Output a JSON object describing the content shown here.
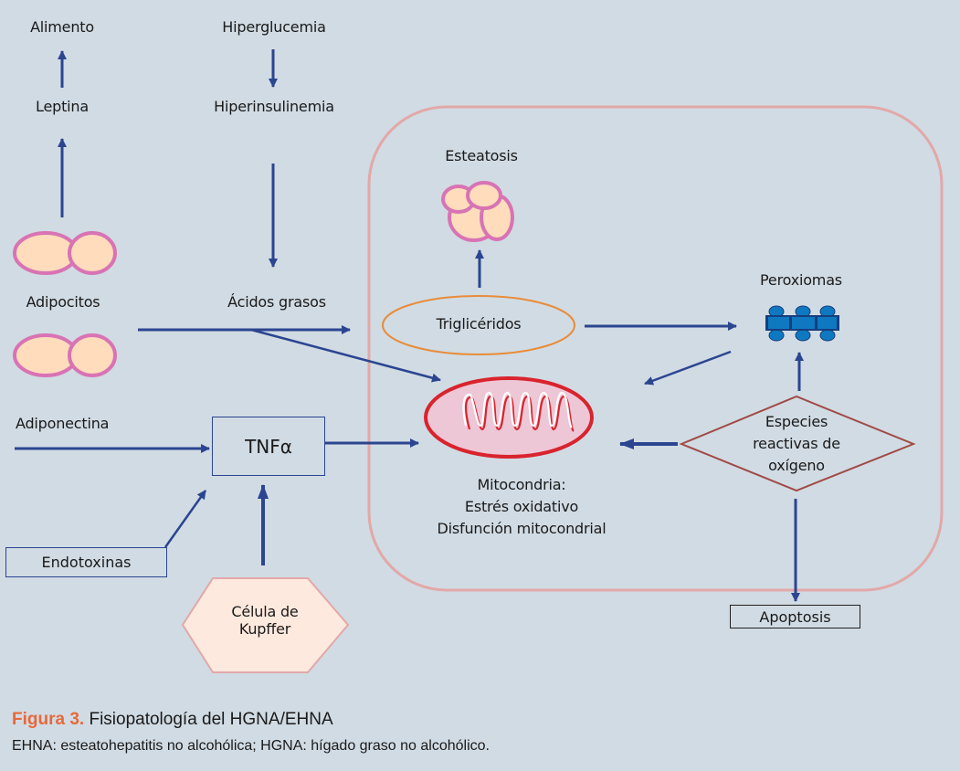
{
  "colors": {
    "background": "#d1dbe3",
    "arrow": "#2b4590",
    "liver_cell_border": "#e2a8a8",
    "adipocyte_fill": "#fedcbc",
    "adipocyte_border": "#d873b4",
    "triglyceride_border": "#e88c3a",
    "mitochondria_fill": "#edc7d6",
    "mitochondria_border": "#d9232d",
    "peroxisome_fill": "#0e78c0",
    "peroxisome_border": "#163e7e",
    "ros_border": "#a04a45",
    "kupffer_fill": "#fde9de",
    "kupffer_border": "#e2a8a8",
    "caption_accent": "#e8683a"
  },
  "nodes": {
    "alimento": "Alimento",
    "leptina": "Leptina",
    "hiperglucemia": "Hiperglucemia",
    "hiperinsulinemia": "Hiperinsulinemia",
    "adipocitos": "Adipocitos",
    "acidos_grasos": "Ácidos grasos",
    "adiponectina": "Adiponectina",
    "tnf": "TNFα",
    "endotoxinas": "Endotoxinas",
    "kupffer": [
      "Célula de",
      "Kupffer"
    ],
    "esteatosis": "Esteatosis",
    "trigliceridos": "Triglicéridos",
    "peroxiomas": "Peroxiomas",
    "ros": [
      "Especies",
      "reactivas de",
      "oxígeno"
    ],
    "mitocondria": [
      "Mitocondria:",
      "Estrés oxidativo",
      "Disfunción mitocondrial"
    ],
    "apoptosis": "Apoptosis"
  },
  "icons": {
    "adipocyte": "adipocyte-cell-icon",
    "steatosis": "fat-droplets-icon",
    "mitochondria": "mitochondria-icon",
    "peroxisome": "peroxisome-icon"
  },
  "caption": {
    "figure_label": "Figura 3.",
    "title": " Fisiopatología  del HGNA/EHNA",
    "subtitle": "EHNA: esteatohepatitis no alcohólica; HGNA: hígado  graso no alcohólico."
  }
}
